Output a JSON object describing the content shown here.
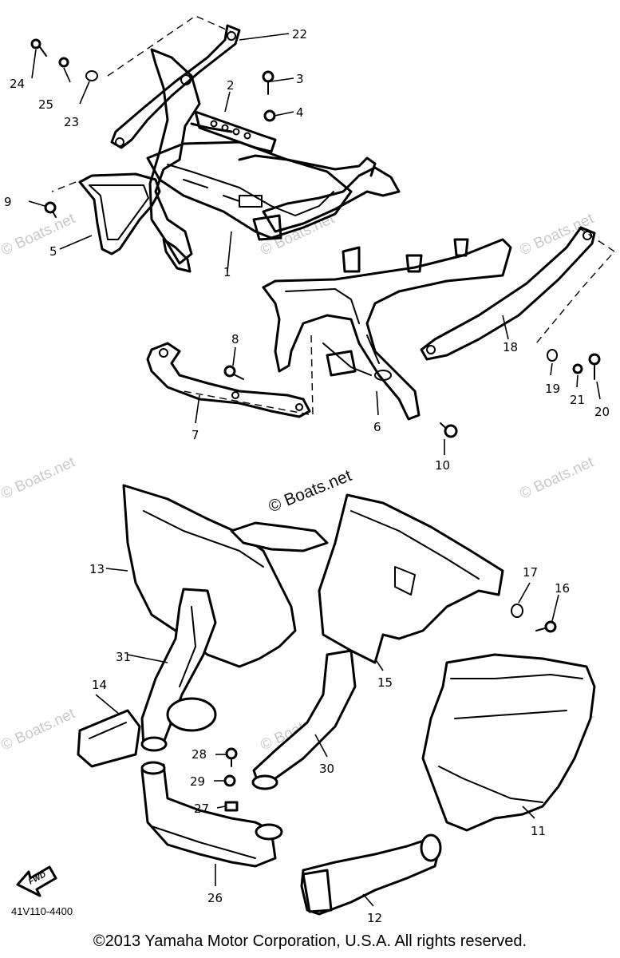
{
  "diagram_code": "41V110-4400",
  "copyright": "©2013 Yamaha Motor Corporation, U.S.A. All rights reserved.",
  "watermark": "© Boats.net",
  "forward_label": "FWD",
  "callouts": {
    "c1": "1",
    "c2": "2",
    "c3": "3",
    "c4": "4",
    "c5": "5",
    "c6": "6",
    "c7": "7",
    "c8": "8",
    "c9": "9",
    "c10": "10",
    "c11": "11",
    "c12": "12",
    "c13": "13",
    "c14": "14",
    "c15": "15",
    "c16": "16",
    "c17": "17",
    "c18": "18",
    "c19": "19",
    "c20": "20",
    "c21": "21",
    "c22": "22",
    "c23": "23",
    "c24": "24",
    "c25": "25",
    "c26": "26",
    "c27": "27",
    "c28": "28",
    "c29": "29",
    "c30": "30",
    "c31": "31"
  }
}
